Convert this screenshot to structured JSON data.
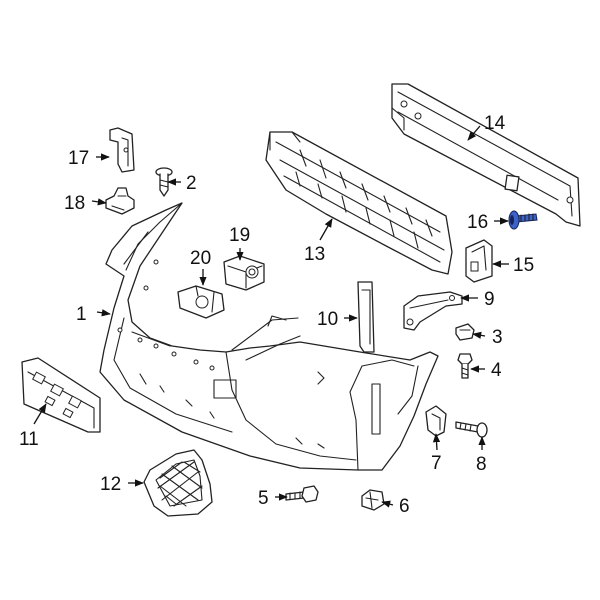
{
  "diagram": {
    "highlight_color": "#3d63c9",
    "line_color": "#222222",
    "highlighted_callout": "16",
    "callouts": [
      "1",
      "2",
      "3",
      "4",
      "5",
      "6",
      "7",
      "8",
      "9",
      "10",
      "11",
      "12",
      "13",
      "14",
      "15",
      "16",
      "17",
      "18",
      "19",
      "20"
    ]
  }
}
